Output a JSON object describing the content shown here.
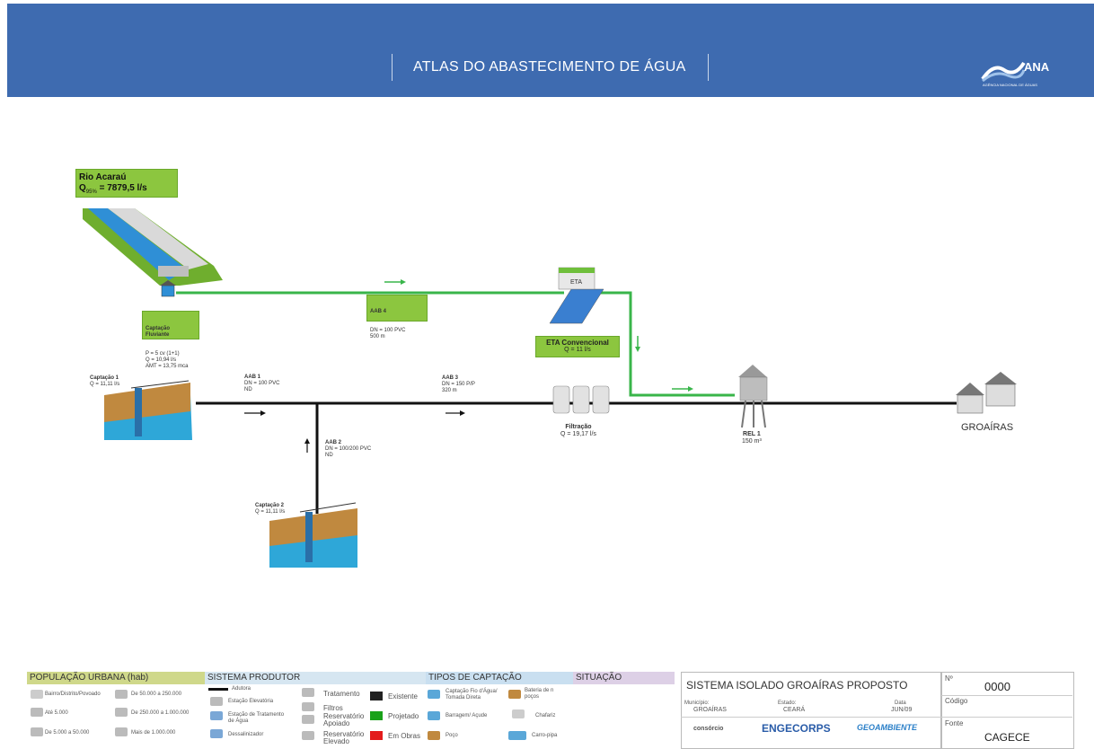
{
  "header": {
    "title": "ATLAS DO ABASTECIMENTO DE ÁGUA",
    "logo_name": "ANA",
    "logo_sub": "AGÊNCIA NACIONAL DE ÁGUAS"
  },
  "diagram": {
    "rio": {
      "name": "Rio Acaraú",
      "flow_prefix": "Q",
      "flow_sub": "95%",
      "flow_value": "= 7879,5 l/s"
    },
    "captacao_fluvial": {
      "title": "Captação\nFluviante",
      "details": "P = 5 cv (1+1)\nQ = 10,94 l/s\nAMT = 13,75 mca"
    },
    "aab4": {
      "title": "AAB 4",
      "details": "DN = 100 PVC\n500 m"
    },
    "eta": {
      "icon_label": "ETA",
      "title": "ETA Convencional",
      "flow": "Q = 11 l/s"
    },
    "captacao1": {
      "title": "Captação 1",
      "flow": "Q = 11,11 l/s"
    },
    "aab1": {
      "title": "AAB 1",
      "details": "DN = 100 PVC\nND"
    },
    "aab3": {
      "title": "AAB 3",
      "details": "DN = 150 P/P\n320 m"
    },
    "aab2": {
      "title": "AAB 2",
      "details": "DN = 100/200 PVC\nND"
    },
    "captacao2": {
      "title": "Captação 2",
      "flow": "Q = 11,11 l/s"
    },
    "filtracao": {
      "title": "Filtração",
      "flow": "Q = 19,17 l/s"
    },
    "rel1": {
      "title": "REL 1",
      "volume": "150 m³"
    },
    "city": "GROAÍRAS"
  },
  "legend": {
    "pop": {
      "title": "POPULAÇÃO URBANA (hab)",
      "items": [
        "Bairro/Distrito/Povoado",
        "Até 5.000",
        "De 5.000 a 50.000",
        "De 50.000 a 250.000",
        "De 250.000 a 1.000.000",
        "Mais de 1.000.000"
      ]
    },
    "sistema": {
      "title": "SISTEMA PRODUTOR",
      "items": [
        "Adutora",
        "Estação Elevatória",
        "Estação de Tratamento\nde Água",
        "Dessalinizador",
        "Tratamento",
        "Filtros",
        "Reservatório\nApoiado",
        "Reservatório\nElevado"
      ],
      "status": [
        "Existente",
        "Projetado",
        "Em Obras"
      ],
      "status_colors": [
        "#222222",
        "#1aa11a",
        "#e31b1b"
      ]
    },
    "tipos": {
      "title": "TIPOS DE CAPTAÇÃO",
      "items": [
        "Captação Fio d'Água/\nTomada Direta",
        "Barragem/ Açude",
        "Poço",
        "Bateria de n\npoços",
        "Chafariz",
        "Carro-pipa"
      ]
    },
    "situacao": {
      "title": "SITUAÇÃO"
    },
    "info": {
      "system_title": "SISTEMA ISOLADO GROAÍRAS PROPOSTO",
      "municipio_label": "Município:",
      "municipio": "GROAÍRAS",
      "estado_label": "Estado:",
      "estado": "CEARÁ",
      "data_label": "Data",
      "data": "JUN/09",
      "consorcio": "consórcio",
      "engecorps": "ENGECORPS",
      "geoambiente": "GEOAMBIENTE",
      "numero_label": "Nº",
      "numero": "0000",
      "codigo_label": "Código",
      "fonte_label": "Fonte",
      "fonte": "CAGECE"
    }
  }
}
